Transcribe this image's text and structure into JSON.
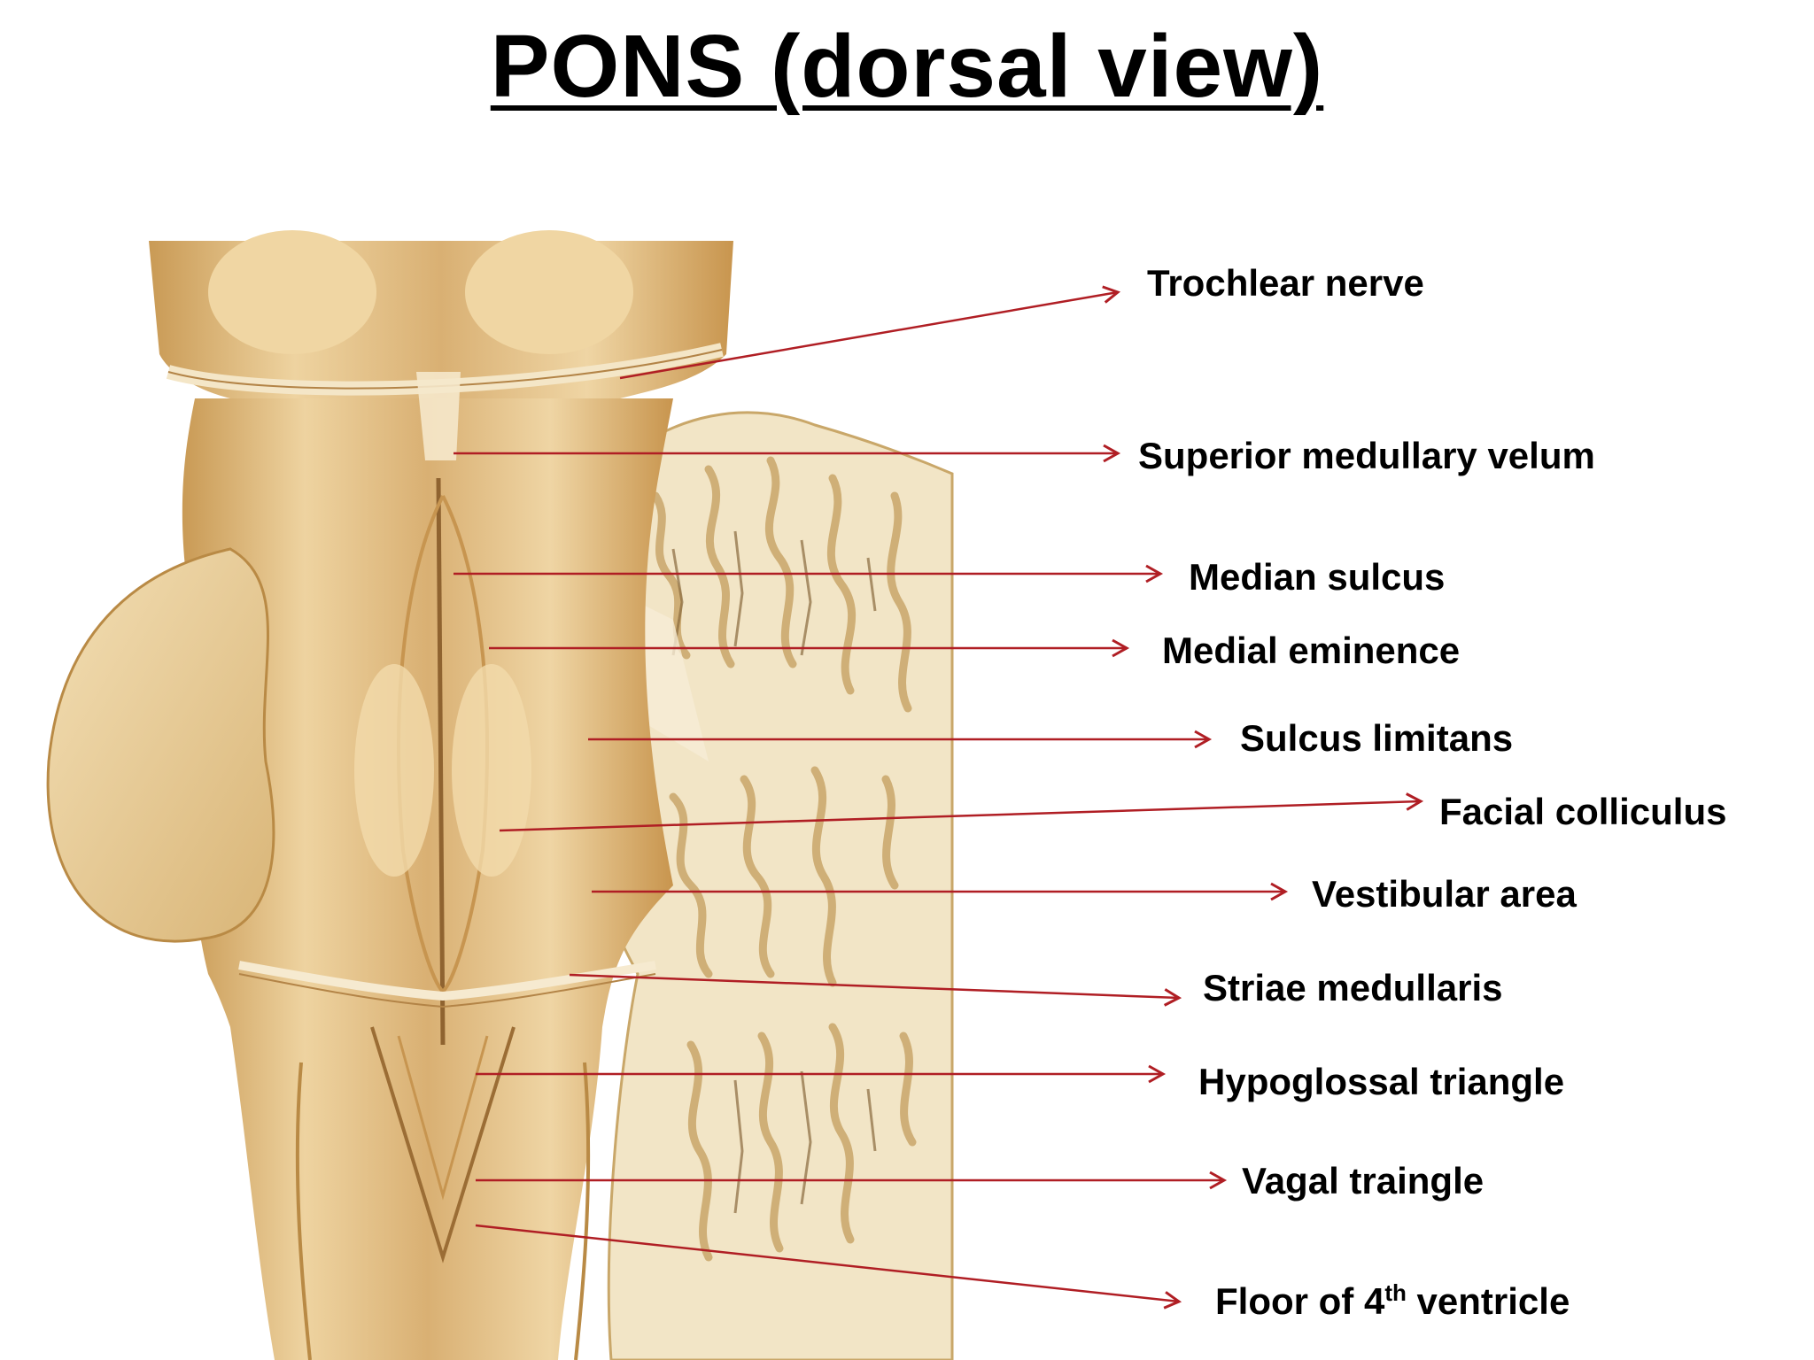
{
  "title": "PONS (dorsal view)",
  "colors": {
    "arrow": "#b01e24",
    "tissue": "#e2c48c",
    "tissue_dark": "#b98a45",
    "cerebellum": "#f1e4c5"
  },
  "labels": {
    "trochlear_nerve": "Trochlear nerve",
    "superior_medullary_velum": "Superior medullary velum",
    "median_sulcus": "Median sulcus",
    "medial_eminence": "Medial eminence",
    "sulcus_limitans": "Sulcus limitans",
    "facial_colliculus": "Facial colliculus",
    "vestibular_area": "Vestibular area",
    "striae_medullaris": "Striae medullaris",
    "hypoglossal_triangle": "Hypoglossal triangle",
    "vagal_triangle": "Vagal traingle",
    "floor_4th_ventricle_pre": "Floor of 4",
    "floor_4th_ventricle_sup": "th",
    "floor_4th_ventricle_post": " ventricle"
  }
}
